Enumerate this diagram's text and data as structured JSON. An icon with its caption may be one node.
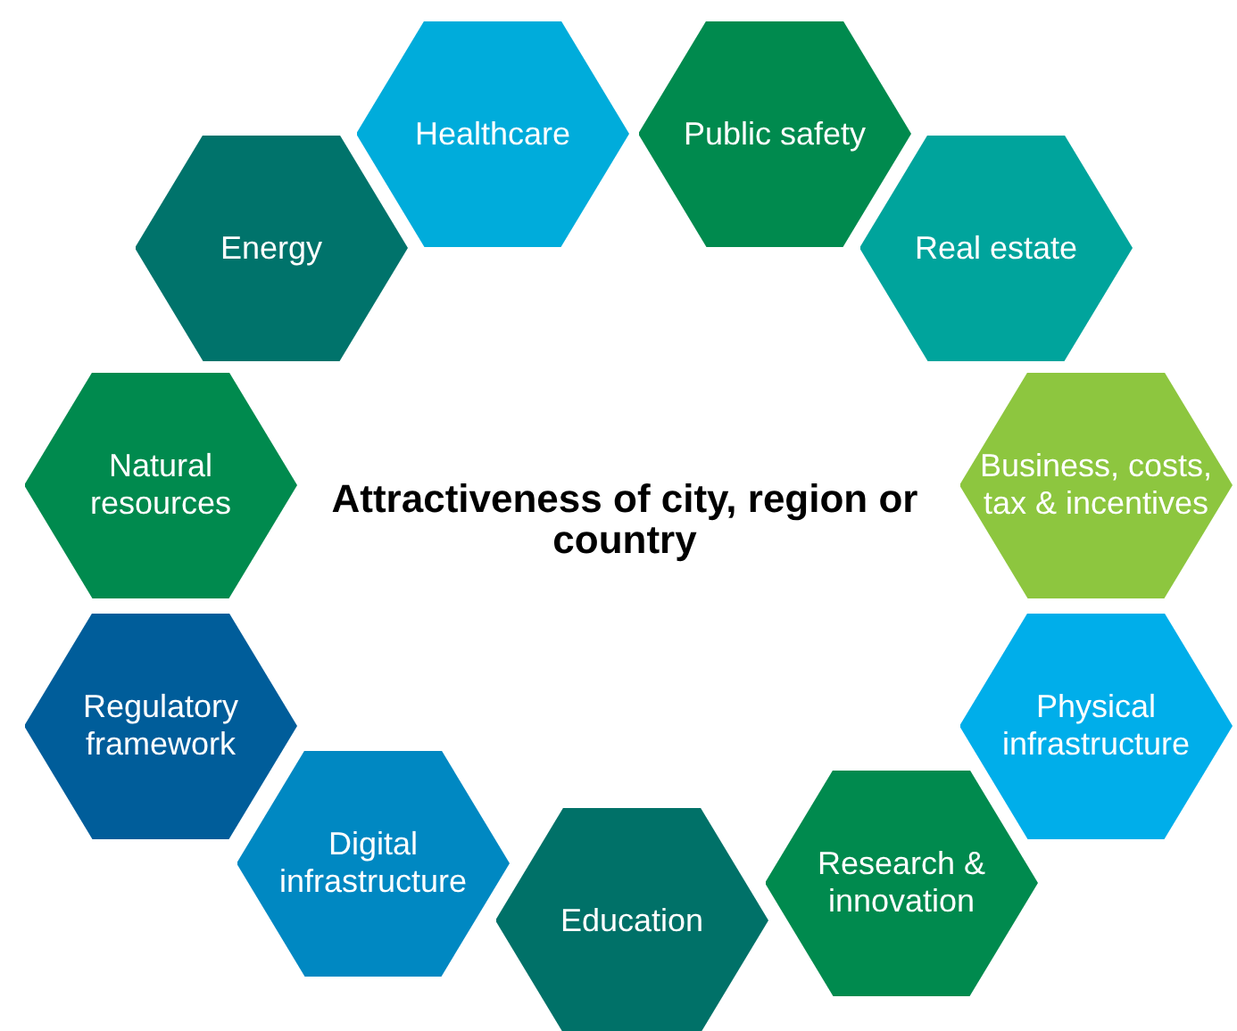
{
  "diagram": {
    "nodes": [
      {
        "text": [
          "Healthcare"
        ]
      },
      {
        "text": [
          "Public safety"
        ]
      },
      {
        "text": [
          "Real estate"
        ]
      },
      {
        "text": [
          "Business, costs, tax & incentives"
        ]
      },
      {
        "text": [
          "Physical infrastructure"
        ]
      },
      {
        "text": [
          "Research & innovation"
        ]
      },
      {
        "text": [
          "Education"
        ]
      },
      {
        "text": [
          "Digital infrastructure"
        ]
      },
      {
        "text": [
          "Regulatory framework"
        ]
      },
      {
        "text": [
          "Natural resources"
        ]
      },
      {
        "text": [
          "Energy"
        ]
      }
    ],
    "labels": [
      "Attractiveness of city, region or country"
    ]
  }
}
